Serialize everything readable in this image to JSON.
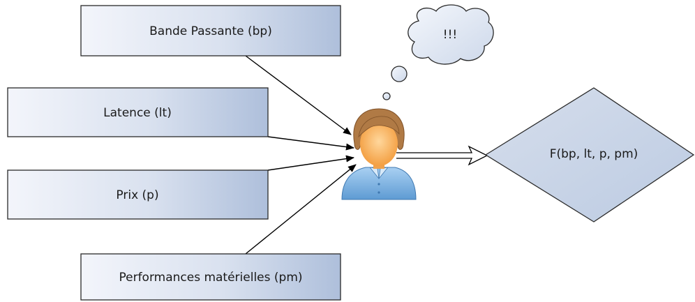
{
  "diagram": {
    "inputs": {
      "bandwidth": "Bande Passante (bp)",
      "latency": "Latence (lt)",
      "price": "Prix (p)",
      "hardware": "Performances matérielles (pm)"
    },
    "thought": "!!!",
    "function": "F(bp, lt, p, pm)"
  },
  "colors": {
    "box_fill_light": "#eef1f8",
    "box_fill_dark": "#b4c4de",
    "box_stroke": "#2a2a2a",
    "diamond_fill": "#c8d4e6",
    "skin": "#f6b86e",
    "hair": "#b07a45",
    "shirt": "#7fb4e0",
    "arrow": "#000000"
  }
}
